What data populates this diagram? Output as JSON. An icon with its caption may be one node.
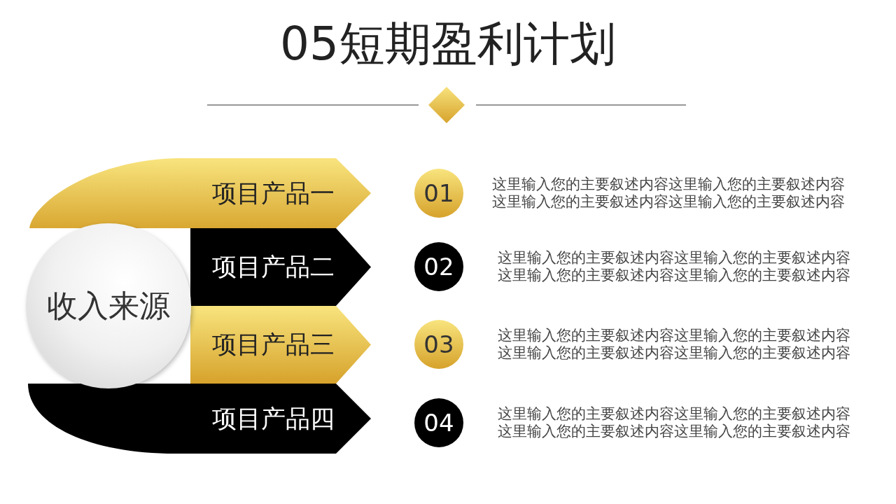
{
  "diagram": {
    "title": "05短期盈利计划",
    "nodes": [
      {
        "text": [
          "收入来源"
        ]
      },
      {
        "text": [
          "项目产品一"
        ]
      },
      {
        "text": [
          "项目产品二"
        ]
      },
      {
        "text": [
          "项目产品三"
        ]
      },
      {
        "text": [
          "项目产品四"
        ]
      },
      {
        "text": [
          "01"
        ],
        "beside": [
          "这里输入您的主要叙述内容这里输入您的主要叙述内容这里输入您的主要叙述内容这里输入您的主要叙述内容"
        ]
      },
      {
        "text": [
          "02"
        ],
        "beside": [
          "这里输入您的主要叙述内容这里输入您的主要叙述内容这里输入您的主要叙述内容这里输入您的主要叙述内容"
        ]
      },
      {
        "text": [
          "03"
        ],
        "beside": [
          "这里输入您的主要叙述内容这里输入您的主要叙述内容这里输入您的主要叙述内容这里输入您的主要叙述内容"
        ]
      },
      {
        "text": [
          "04"
        ],
        "beside": [
          "这里输入您的主要叙述内容这里输入您的主要叙述内容这里输入您的主要叙述内容这里输入您的主要叙述内容"
        ]
      }
    ]
  }
}
